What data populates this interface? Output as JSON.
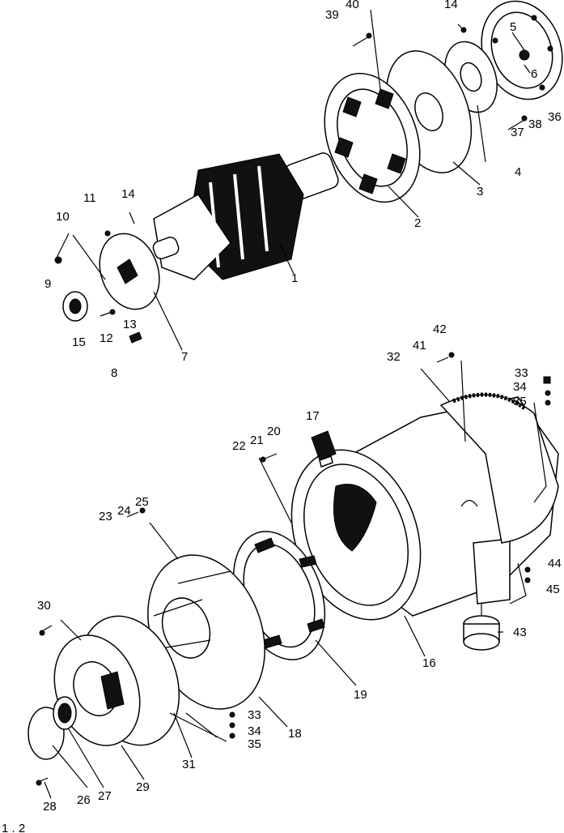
{
  "diagram": {
    "callouts": [
      {
        "id": "c1",
        "text": "1"
      },
      {
        "id": "c2",
        "text": "2"
      },
      {
        "id": "c3",
        "text": "3"
      },
      {
        "id": "c4",
        "text": "4"
      },
      {
        "id": "c5",
        "text": "5"
      },
      {
        "id": "c6",
        "text": "6"
      },
      {
        "id": "c7",
        "text": "7"
      },
      {
        "id": "c8",
        "text": "8"
      },
      {
        "id": "c9",
        "text": "9"
      },
      {
        "id": "c10",
        "text": "10"
      },
      {
        "id": "c11",
        "text": "11"
      },
      {
        "id": "c12",
        "text": "12"
      },
      {
        "id": "c13",
        "text": "13"
      },
      {
        "id": "c14a",
        "text": "14"
      },
      {
        "id": "c14b",
        "text": "14"
      },
      {
        "id": "c15",
        "text": "15"
      },
      {
        "id": "c16",
        "text": "16"
      },
      {
        "id": "c17",
        "text": "17"
      },
      {
        "id": "c18",
        "text": "18"
      },
      {
        "id": "c19",
        "text": "19"
      },
      {
        "id": "c20",
        "text": "20"
      },
      {
        "id": "c21",
        "text": "21"
      },
      {
        "id": "c22",
        "text": "22"
      },
      {
        "id": "c23",
        "text": "23"
      },
      {
        "id": "c24",
        "text": "24"
      },
      {
        "id": "c25",
        "text": "25"
      },
      {
        "id": "c26",
        "text": "26"
      },
      {
        "id": "c27",
        "text": "27"
      },
      {
        "id": "c28",
        "text": "28"
      },
      {
        "id": "c29",
        "text": "29"
      },
      {
        "id": "c30",
        "text": "30"
      },
      {
        "id": "c31",
        "text": "31"
      },
      {
        "id": "c32",
        "text": "32"
      },
      {
        "id": "c33a",
        "text": "33"
      },
      {
        "id": "c33b",
        "text": "33"
      },
      {
        "id": "c34a",
        "text": "34"
      },
      {
        "id": "c34b",
        "text": "34"
      },
      {
        "id": "c35a",
        "text": "35"
      },
      {
        "id": "c35b",
        "text": "35"
      },
      {
        "id": "c36",
        "text": "36"
      },
      {
        "id": "c37",
        "text": "37"
      },
      {
        "id": "c38",
        "text": "38"
      },
      {
        "id": "c39",
        "text": "39"
      },
      {
        "id": "c40",
        "text": "40"
      },
      {
        "id": "c41",
        "text": "41"
      },
      {
        "id": "c42",
        "text": "42"
      },
      {
        "id": "c43",
        "text": "43"
      },
      {
        "id": "c44",
        "text": "44"
      },
      {
        "id": "c45",
        "text": "45"
      }
    ],
    "footer_mark": "1 . 2"
  }
}
